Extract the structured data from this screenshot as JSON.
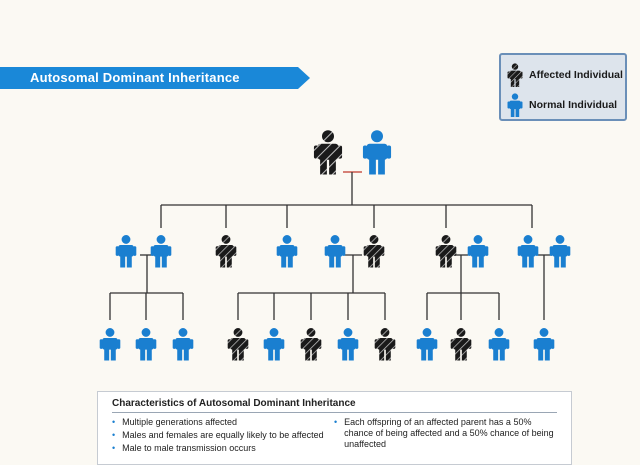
{
  "banner": {
    "title": "Autosomal Dominant Inheritance",
    "color": "#1a88d8"
  },
  "legend": {
    "affected_label": "Affected Individual",
    "normal_label": "Normal Individual"
  },
  "colors": {
    "normal": "#1a7fd0",
    "affected": "#1a1a1a",
    "line": "#333333",
    "parent_link": "#c0392b"
  },
  "pedigree": {
    "generation_1": [
      "affected",
      "normal"
    ],
    "generation_2": [
      "normal",
      "normal",
      "affected",
      "normal",
      "normal",
      "affected",
      "affected",
      "normal",
      "normal",
      "normal"
    ],
    "generation_3": [
      "normal",
      "normal",
      "normal",
      "affected",
      "normal",
      "affected",
      "normal",
      "affected",
      "normal",
      "affected",
      "normal",
      "normal"
    ]
  },
  "info": {
    "title": "Characteristics of Autosomal Dominant Inheritance",
    "bullets_left": [
      "Multiple generations affected",
      "Males and females are equally likely to be affected",
      "Male to male transmission occurs"
    ],
    "bullets_right": [
      "Each offspring of an affected parent has a 50% chance of being affected and a 50% chance of being unaffected"
    ]
  }
}
